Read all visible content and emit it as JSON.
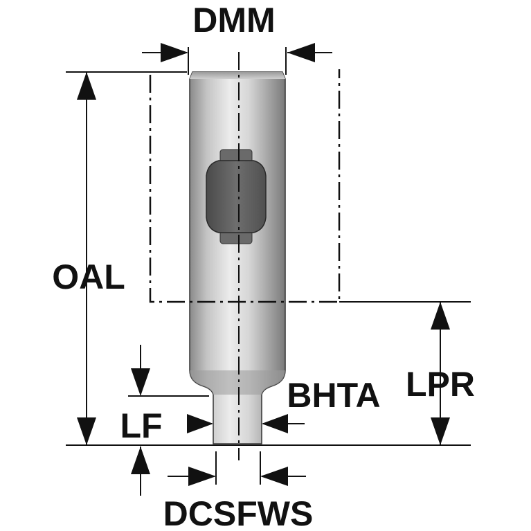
{
  "labels": {
    "dmm": "DMM",
    "oal": "OAL",
    "lpr": "LPR",
    "bhta": "BHTA",
    "lf": "LF",
    "dcsfws": "DCSFWS"
  },
  "colors": {
    "line": "#111111",
    "body_dark": "#7d7d7d",
    "body_light": "#e6e6e6",
    "insert": "#5c5c5c"
  }
}
